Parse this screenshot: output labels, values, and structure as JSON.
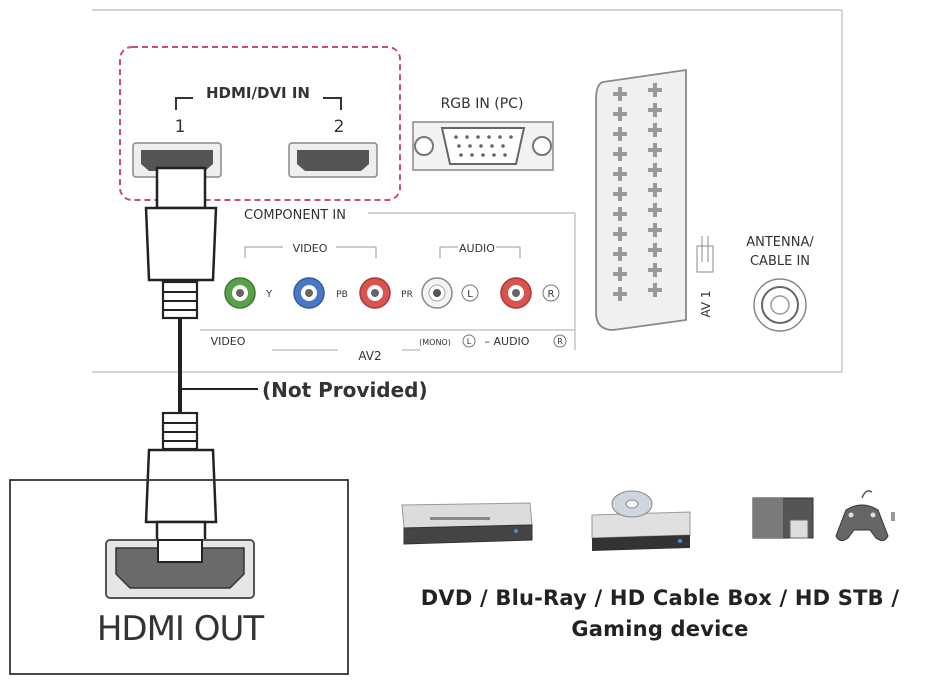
{
  "tv_panel": {
    "hdmi_group_label": "HDMI/DVI IN",
    "hdmi_port_1": "1",
    "hdmi_port_2": "2",
    "rgb_label": "RGB IN (PC)",
    "component_label": "COMPONENT IN",
    "video_group_label": "VIDEO",
    "audio_group_label": "AUDIO",
    "jack_y": "Y",
    "jack_pb": "PB",
    "jack_pr": "PR",
    "jack_l": "L",
    "jack_r": "R",
    "video_bottom_label": "VIDEO",
    "av2_label": "AV2",
    "mono_label": "(MONO)",
    "audio_bottom_label": "AUDIO",
    "av1_label": "AV 1",
    "antenna_label_line1": "ANTENNA/",
    "antenna_label_line2": "CABLE IN"
  },
  "cable": {
    "note": "(Not Provided)"
  },
  "device": {
    "port_label": "HDMI OUT"
  },
  "sources": {
    "caption_line1": "DVD / Blu-Ray / HD Cable Box / HD STB /",
    "caption_line2": "Gaming device"
  },
  "colors": {
    "highlight_dash": "#c8506a",
    "jack_green": "#5aa04a",
    "jack_blue": "#4a78c4",
    "jack_red": "#d9534f",
    "jack_white": "#f4f4f4",
    "port_gray": "#555555"
  }
}
